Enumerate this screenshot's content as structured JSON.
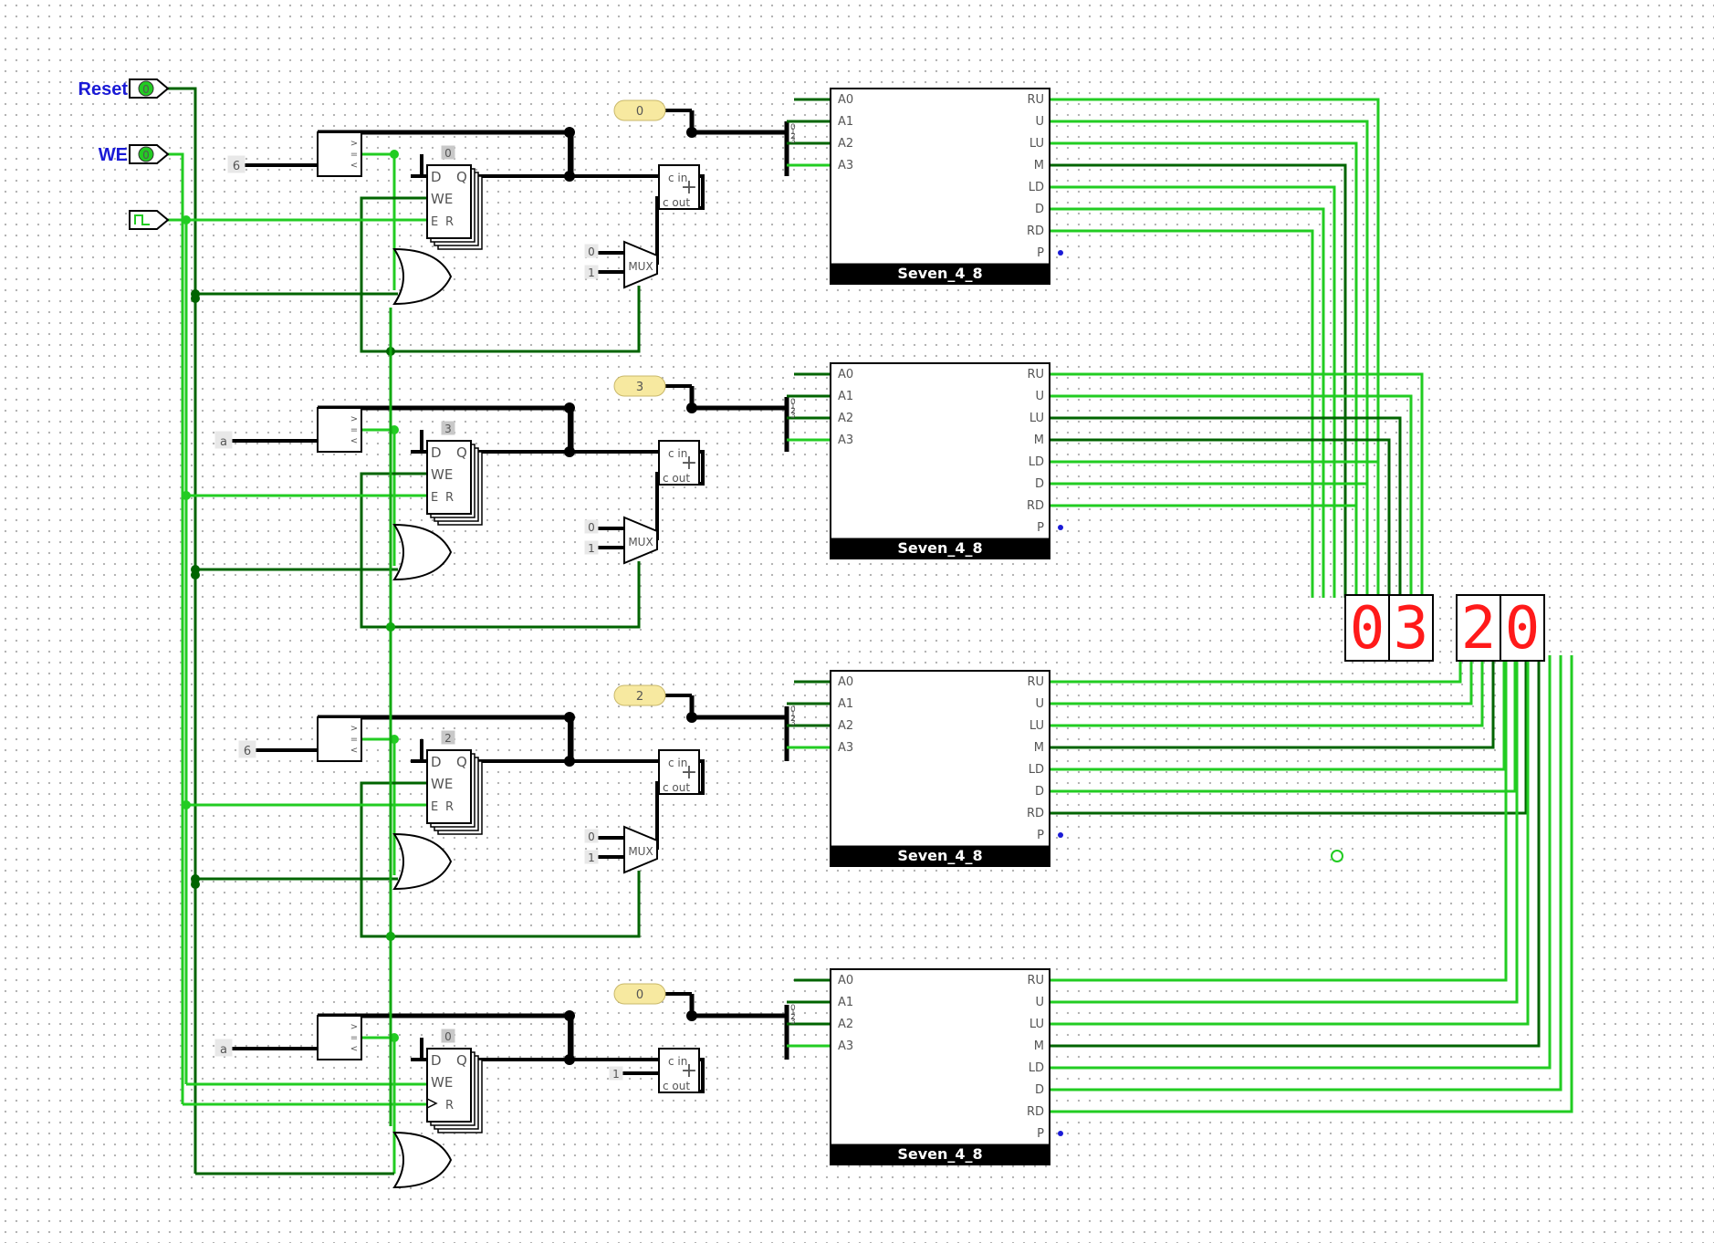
{
  "inputs": {
    "reset_label": "Reset",
    "we_label": "WE",
    "pin_value": "0"
  },
  "counters": [
    {
      "const": "0",
      "reg": "0",
      "cmp": "6",
      "adder_cin": "",
      "mux0": "0",
      "mux1": "1"
    },
    {
      "const": "3",
      "reg": "3",
      "cmp": "a",
      "adder_cin": "",
      "mux0": "0",
      "mux1": "1"
    },
    {
      "const": "2",
      "reg": "2",
      "cmp": "6",
      "adder_cin": "",
      "mux0": "0",
      "mux1": "1"
    },
    {
      "const": "0",
      "reg": "0",
      "cmp": "a",
      "adder_cin": "1"
    }
  ],
  "labels": {
    "D": "D",
    "Q": "Q",
    "WE": "WE",
    "E": "E",
    "R": "R",
    "cin": "c in",
    "cout": "c out",
    "plus": "+",
    "mux": "MUX",
    "cmp_lt": "<",
    "cmp_eq": "=",
    "cmp_gt": ">"
  },
  "decoder": {
    "title": "Seven_4_8",
    "inputs": [
      "A0",
      "A1",
      "A2",
      "A3"
    ],
    "outputs": [
      "RU",
      "U",
      "LU",
      "M",
      "LD",
      "D",
      "RD",
      "P"
    ]
  },
  "split_bits": [
    "0",
    "1",
    "2",
    "3"
  ],
  "display": {
    "digits": [
      "0",
      "3",
      "2",
      "0"
    ],
    "color": "#ff1a1a"
  },
  "colors": {
    "wire_on": "#22cc22",
    "wire_mid": "#11aa11",
    "wire_off": "#006400",
    "bus": "#000000",
    "label": "#1a1ad6",
    "const_bg": "#f7e9a0"
  }
}
